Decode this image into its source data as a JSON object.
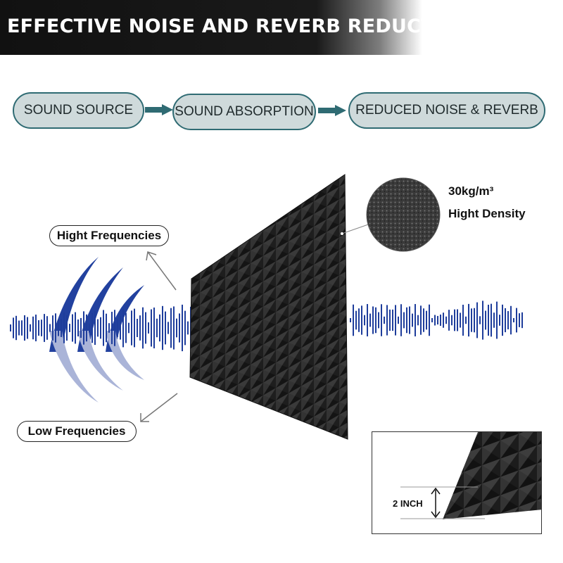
{
  "banner": {
    "title": "EFFECTIVE NOISE AND REVERB REDUCTION"
  },
  "flow": {
    "steps": [
      {
        "label": "SOUND SOURCE"
      },
      {
        "label": "SOUND ABSORPTION"
      },
      {
        "label": "REDUCED NOISE & REVERB"
      }
    ]
  },
  "frequencies": {
    "high_label": "Hight Frequencies",
    "low_label": "Low Frequencies"
  },
  "material": {
    "density_value": "30kg/m³",
    "density_label": "Hight Density"
  },
  "inset": {
    "thickness_label": "2 INCH"
  },
  "colors": {
    "banner_bg": "#111111",
    "step_fill": "#cfdadb",
    "step_border": "#2f6b73",
    "wave_blue": "#1e3d9b",
    "foam": "#2b2b2b"
  }
}
